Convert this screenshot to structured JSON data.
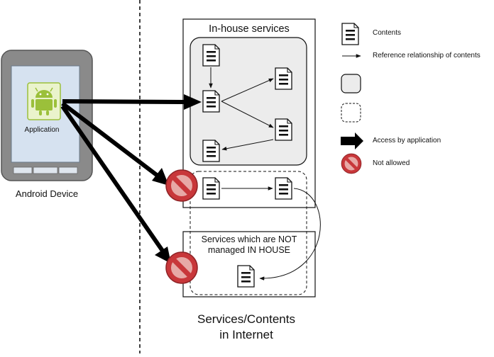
{
  "device": {
    "label": "Android Device",
    "app_label": "Application"
  },
  "inhouse": {
    "title": "In-house services"
  },
  "not_managed": {
    "line1": "Services which are NOT",
    "line2": "managed IN HOUSE"
  },
  "internet": {
    "line1": "Services/Contents",
    "line2": "in Internet"
  },
  "legend": {
    "contents": "Contents",
    "reference": "Reference relationship of contents",
    "access": "Access by application",
    "not_allowed": "Not allowed"
  },
  "colors": {
    "device_body": "#8a8a8a",
    "device_screen": "#d6e2f0",
    "android_green": "#9bc03a",
    "not_allowed_red": "#c8373a",
    "panel_gray": "#ececec"
  }
}
